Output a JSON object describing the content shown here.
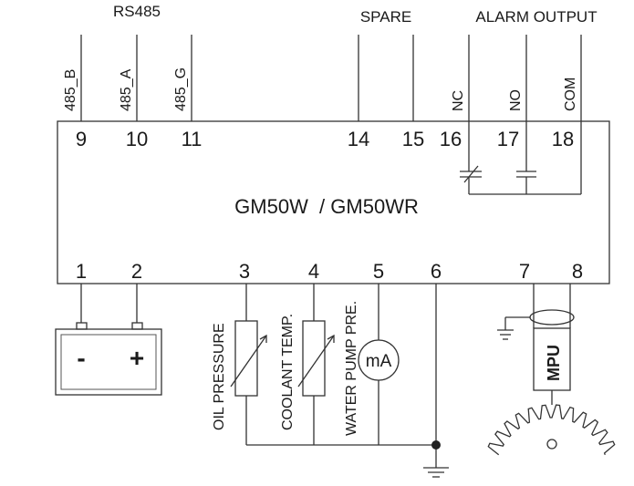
{
  "headers": {
    "rs485": "RS485",
    "spare": "SPARE",
    "alarm_output": "ALARM OUTPUT"
  },
  "device_title": "GM50W  / GM50WR",
  "top_terminals": [
    {
      "num": "9",
      "label": "485_B"
    },
    {
      "num": "10",
      "label": "485_A"
    },
    {
      "num": "11",
      "label": "485_G"
    },
    {
      "num": "14",
      "label": ""
    },
    {
      "num": "15",
      "label": ""
    },
    {
      "num": "16",
      "label": "NC"
    },
    {
      "num": "17",
      "label": "NO"
    },
    {
      "num": "18",
      "label": "COM"
    }
  ],
  "bottom_terminals": [
    "1",
    "2",
    "3",
    "4",
    "5",
    "6",
    "7",
    "8"
  ],
  "battery": {
    "minus": "-",
    "plus": "+"
  },
  "sensors": {
    "oil_pressure": "OIL PRESSURE",
    "coolant_temp": "COOLANT TEMP.",
    "water_pump": "WATER PUMP PRE.",
    "meter": "mA"
  },
  "mpu": "MPU"
}
